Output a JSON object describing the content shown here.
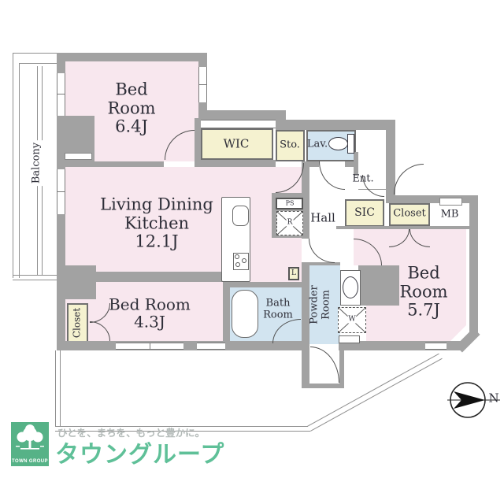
{
  "plan": {
    "balcony": "Balcony",
    "bedroom1": {
      "l1": "Bed",
      "l2": "Room",
      "size": "6.4J"
    },
    "ldk": {
      "l1": "Living Dining",
      "l2": "Kitchen",
      "size": "12.1J"
    },
    "bedroom2": {
      "l1": "Bed Room",
      "size": "4.3J"
    },
    "bedroom3": {
      "l1": "Bed",
      "l2": "Room",
      "size": "5.7J"
    },
    "bath": {
      "l1": "Bath",
      "l2": "Room"
    },
    "powder": {
      "l1": "Powder",
      "l2": "Room"
    },
    "hall": "Hall",
    "entrance": "Ent.",
    "lavatory": "Lav.",
    "storage": "Sto.",
    "wic": "WIC",
    "sic": "SIC",
    "closet_entry": "Closet",
    "closet_bedroom2": "Closet",
    "meter_box": "MB",
    "markers": {
      "refrigerator": "R",
      "washer": "W",
      "linen": "L",
      "pipe_space": "PS"
    },
    "compass_north": "N"
  },
  "footer": {
    "tagline": "ひとを、まちを、もっと豊かに。",
    "brand": "タウングループ",
    "logo_text": "TOWN GROUP"
  },
  "colors": {
    "wall": "#a2a2a2",
    "room_pink": "#f8e7ee",
    "closet_yellow": "#f5f2d0",
    "wet_blue": "#d2e4f0",
    "brand_green": "#5fc098",
    "logo_green": "#56b287"
  }
}
